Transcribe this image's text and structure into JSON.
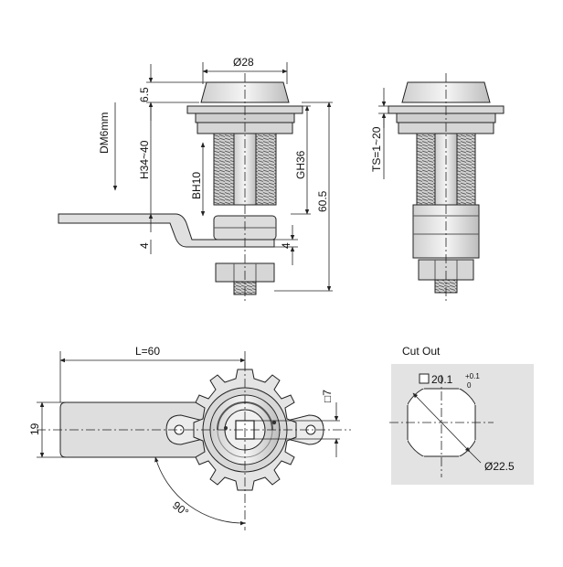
{
  "side_view": {
    "dia_top": "Ø28",
    "cap_height": "6.5",
    "housing_height": "H34~40",
    "direction_label": "DM6mm",
    "bh_label": "BH10",
    "gh_label": "GH36",
    "total_height": "60.5",
    "cam_thickness_left": "4",
    "cam_thickness_right": "4"
  },
  "right_view": {
    "thickness_range": "TS=1~20"
  },
  "bottom_view": {
    "length_label": "L=60",
    "width_label": "19",
    "square_label": "□7",
    "rotation_label": "90°"
  },
  "cutout": {
    "title": "Cut Out",
    "square_label": "□20.1",
    "tolerance_upper": "+0.1",
    "tolerance_lower": "0",
    "diameter_label": "Ø22.5"
  },
  "colors": {
    "line": "#222222",
    "part_fill": "#e6e6e6",
    "part_dark": "#9a9a9a",
    "cutout_bg": "#e3e3e3"
  }
}
